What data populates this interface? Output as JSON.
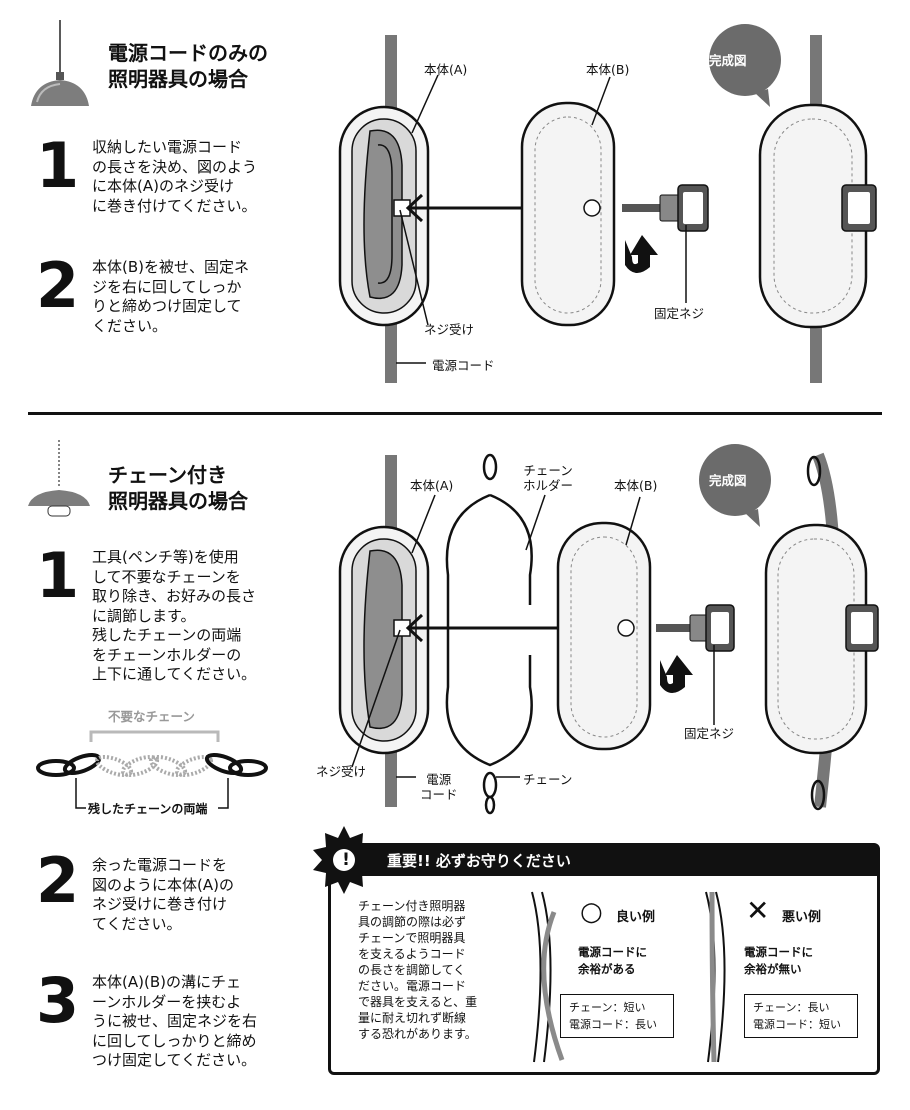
{
  "section1": {
    "title_line1": "電源コードのみの",
    "title_line2": "照明器具の場合",
    "step1_num": "1",
    "step1_lines": [
      "収納したい電源コード",
      "の長さを決め、図のよう",
      "に本体(A)のネジ受け",
      "に巻き付けてください。"
    ],
    "step2_num": "2",
    "step2_lines": [
      "本体(B)を被せ、固定ネ",
      "ジを右に回してしっか",
      "りと締めつけ固定して",
      "ください。"
    ],
    "label_body_a": "本体(A)",
    "label_body_b": "本体(B)",
    "label_screw_receiver": "ネジ受け",
    "label_power_cord": "電源コード",
    "label_fixing_screw": "固定ネジ",
    "badge_complete": "完成図"
  },
  "section2": {
    "title_line1": "チェーン付き",
    "title_line2": "照明器具の場合",
    "step1_num": "1",
    "step1_lines": [
      "工具(ペンチ等)を使用",
      "して不要なチェーンを",
      "取り除き、お好みの長さ",
      "に調節します。",
      "残したチェーンの両端",
      "をチェーンホルダーの",
      "上下に通してください。"
    ],
    "chain_unneeded": "不要なチェーン",
    "chain_remaining": "残したチェーンの両端",
    "step2_num": "2",
    "step2_lines": [
      "余った電源コードを",
      "図のように本体(A)の",
      "ネジ受けに巻き付け",
      "てください。"
    ],
    "step3_num": "3",
    "step3_lines": [
      "本体(A)(B)の溝にチェ",
      "ーンホルダーを挟むよ",
      "うに被せ、固定ネジを右",
      "に回してしっかりと締め",
      "つけ固定してください。"
    ],
    "label_body_a": "本体(A)",
    "label_body_b": "本体(B)",
    "label_chain_holder_1": "チェーン",
    "label_chain_holder_2": "ホルダー",
    "label_screw_receiver": "ネジ受け",
    "label_power_cord_1": "電源",
    "label_power_cord_2": "コード",
    "label_chain": "チェーン",
    "label_fixing_screw": "固定ネジ",
    "badge_complete": "完成図"
  },
  "warning": {
    "icon": "!",
    "heading": "重要!! 必ずお守りください",
    "body_lines": [
      "チェーン付き照明器",
      "具の調節の際は必ず",
      "チェーンで照明器具",
      "を支えるようコード",
      "の長さを調節してく",
      "ださい。電源コード",
      "で器具を支えると、重",
      "量に耐え切れず断線",
      "する恐れがあります。"
    ],
    "good_mark": "○",
    "good_label": "良い例",
    "good_desc_1": "電源コードに",
    "good_desc_2": "余裕がある",
    "good_box_1": "チェーン：短い",
    "good_box_2": "電源コード：長い",
    "bad_mark": "✕",
    "bad_label": "悪い例",
    "bad_desc_1": "電源コードに",
    "bad_desc_2": "余裕が無い",
    "bad_box_1": "チェーン：長い",
    "bad_box_2": "電源コード：短い"
  },
  "colors": {
    "badge": "#6b6b6b",
    "ink": "#111111",
    "gray": "#8a8a8a",
    "light_gray": "#b9b9b9"
  },
  "icons": [
    "pendant-lamp-icon",
    "chain-lamp-icon",
    "warning-icon",
    "rotate-arrow-icon"
  ]
}
